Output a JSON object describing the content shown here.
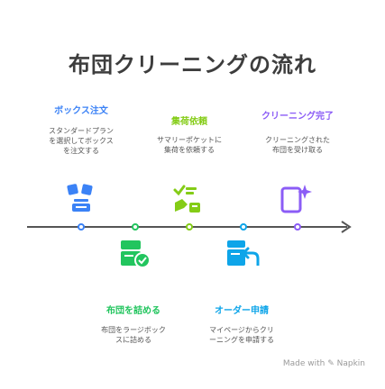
{
  "title": "布団クリーニングの流れ",
  "steps": [
    {
      "label": "ボックス注文",
      "desc": [
        "スタンダードプラン",
        "を選択してボックス",
        "を注文する"
      ],
      "color": "#3b82f6"
    },
    {
      "label": "集荷依頼",
      "desc": [
        "サマリーポケットに",
        "集荷を依頼する"
      ],
      "color": "#84cc16"
    },
    {
      "label": "クリーニング完了",
      "desc": [
        "クリーニングされた",
        "布団を受け取る"
      ],
      "color": "#8b5cf6"
    },
    {
      "label": "布団を詰める",
      "desc": [
        "布団をラージボック",
        "スに詰める"
      ],
      "color": "#22c55e"
    },
    {
      "label": "オーダー申請",
      "desc": [
        "マイページからクリ",
        "ーニングを申請する"
      ],
      "color": "#0ea5e9"
    }
  ],
  "watermark": "Made with ✎ Napkin",
  "icons": [
    "box-order-icon",
    "pickup-request-icon",
    "cleaning-complete-icon",
    "pack-futon-icon",
    "order-request-icon"
  ]
}
